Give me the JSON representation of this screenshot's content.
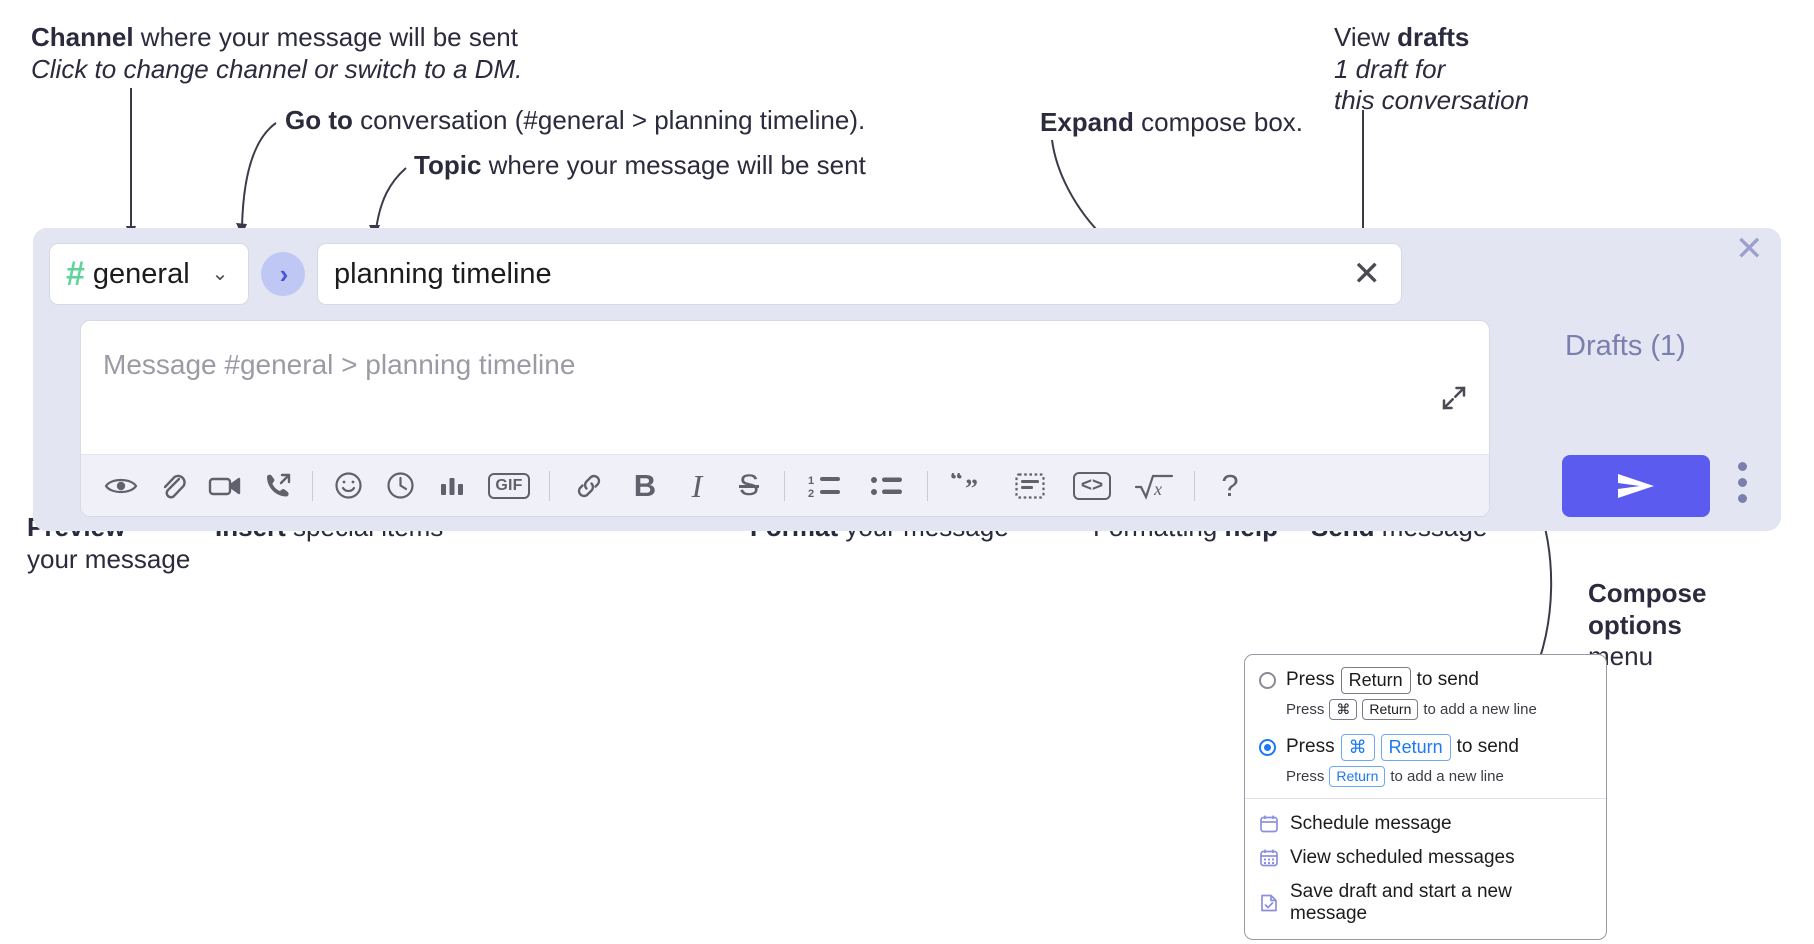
{
  "annotations": {
    "channel": {
      "bold": "Channel",
      "rest": " where your message will be sent",
      "italic": "Click to change channel or switch to a DM."
    },
    "goto": {
      "bold": "Go to",
      "rest": " conversation (#general > planning timeline)."
    },
    "topic": {
      "bold": "Topic",
      "rest": " where your message will be sent"
    },
    "expand": {
      "bold": "Expand",
      "rest": " compose box."
    },
    "drafts": {
      "plain": "View ",
      "bold": "drafts",
      "italic1": "1 draft for",
      "italic2": "this conversation"
    },
    "preview": {
      "bold": "Preview",
      "line2": "your message"
    },
    "insert": {
      "bold": "Insert",
      "rest": " special items"
    },
    "format": {
      "bold": "Format",
      "rest": " your message"
    },
    "help": {
      "plain": "Formatting ",
      "bold": "help"
    },
    "send": {
      "bold": "Send",
      "rest": " message"
    },
    "compose_options": {
      "bold1": "Compose",
      "bold2": "options",
      "plain": "menu"
    }
  },
  "compose": {
    "channel_hash": "#",
    "channel_name": "general",
    "chevron": "⌄",
    "go_arrow": "›",
    "topic_value": "planning timeline",
    "topic_clear": "✕",
    "message_placeholder": "Message #general > planning timeline",
    "toolbar": [
      {
        "name": "preview-eye-icon",
        "label": "eye"
      },
      {
        "name": "attachment-icon",
        "label": "paperclip"
      },
      {
        "name": "video-icon",
        "label": "video"
      },
      {
        "name": "huddle-icon",
        "label": "phone"
      },
      {
        "name": "emoji-icon",
        "label": "emoji"
      },
      {
        "name": "schedule-clock-icon",
        "label": "clock"
      },
      {
        "name": "poll-icon",
        "label": "poll"
      },
      {
        "name": "gif-icon",
        "label": "GIF"
      },
      {
        "name": "link-icon",
        "label": "link"
      },
      {
        "name": "bold-icon",
        "label": "B"
      },
      {
        "name": "italic-icon",
        "label": "I"
      },
      {
        "name": "strikethrough-icon",
        "label": "S"
      },
      {
        "name": "ordered-list-icon",
        "label": "1 2"
      },
      {
        "name": "bulleted-list-icon",
        "label": "bullets"
      },
      {
        "name": "blockquote-icon",
        "label": "“”"
      },
      {
        "name": "code-block-icon",
        "label": "code block"
      },
      {
        "name": "code-icon",
        "label": "<>"
      },
      {
        "name": "math-icon",
        "label": "√x"
      },
      {
        "name": "formatting-help-icon",
        "label": "?"
      }
    ],
    "gif_label": "GIF",
    "code_label": "<>",
    "bold_label": "B",
    "italic_label": "I",
    "strike_label": "S",
    "help_label": "?",
    "math_label": "x"
  },
  "panel": {
    "close": "✕",
    "drafts_label": "Drafts (1)",
    "send_icon": "send-arrow",
    "kebab": "compose-options"
  },
  "popup": {
    "option1": {
      "press": "Press",
      "key": "Return",
      "tail": "to send",
      "sub_press": "Press",
      "sub_key1": "⌘",
      "sub_key2": "Return",
      "sub_tail": "to add a new line"
    },
    "option2": {
      "press": "Press",
      "key1": "⌘",
      "key2": "Return",
      "tail": "to send",
      "sub_press": "Press",
      "sub_key": "Return",
      "sub_tail": "to add a new line"
    },
    "items": [
      {
        "icon": "calendar-icon",
        "label": "Schedule message"
      },
      {
        "icon": "calendar-grid-icon",
        "label": "View scheduled messages"
      },
      {
        "icon": "save-draft-icon",
        "label": "Save draft and start a new message"
      }
    ]
  },
  "colors": {
    "accent": "#5b5bef",
    "hash_green": "#5fd39a",
    "panel_bg": "#e3e5f2",
    "drafts_text": "#7b7fae",
    "radio_blue": "#1d78f2",
    "menu_icon": "#8a8fe0"
  }
}
